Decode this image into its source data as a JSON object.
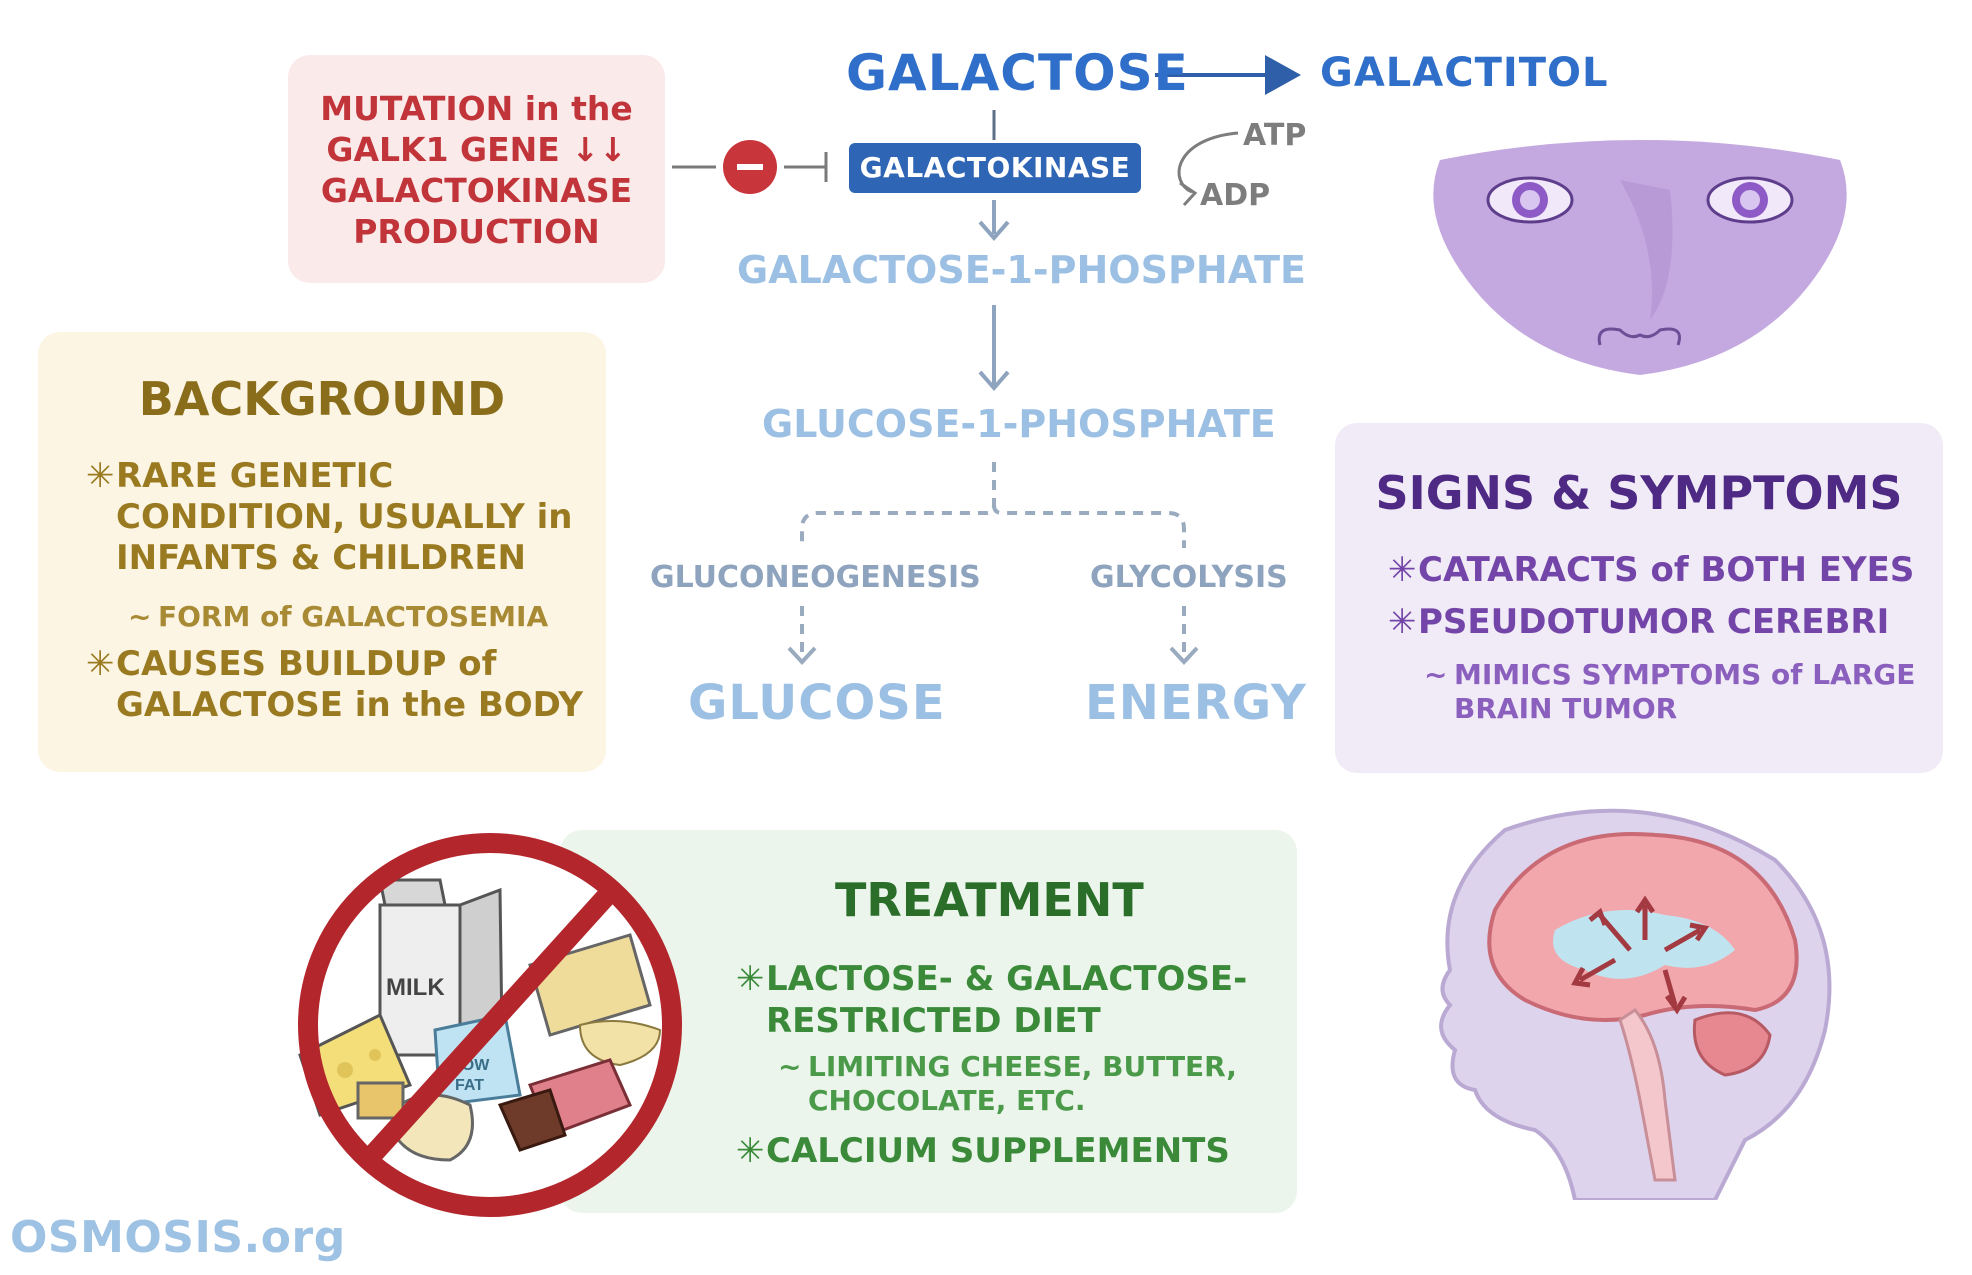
{
  "mutation": {
    "lines": [
      "MUTATION in the",
      "GALK1 GENE ↓↓",
      "GALACTOKINASE",
      "PRODUCTION"
    ]
  },
  "pathway": {
    "galactose": "GALACTOSE",
    "galactitol": "GALACTITOL",
    "enzyme": "GALACTOKINASE",
    "atp": "ATP",
    "adp": "ADP",
    "inhibit_symbol": "−",
    "g1p": "GALACTOSE-1-PHOSPHATE",
    "glc1p": "GLUCOSE-1-PHOSPHATE",
    "gluconeogenesis": "GLUCONEOGENESIS",
    "glycolysis": "GLYCOLYSIS",
    "glucose": "GLUCOSE",
    "energy": "ENERGY"
  },
  "background": {
    "title": "BACKGROUND",
    "bullet1_lines": [
      "RARE GENETIC",
      "CONDITION, USUALLY in",
      "INFANTS & CHILDREN"
    ],
    "sub1": "FORM of GALACTOSEMIA",
    "bullet2_lines": [
      "CAUSES BUILDUP of",
      "GALACTOSE in the BODY"
    ]
  },
  "signs": {
    "title": "SIGNS & SYMPTOMS",
    "bullet1": "CATARACTS of BOTH EYES",
    "bullet2": "PSEUDOTUMOR CEREBRI",
    "sub_lines": [
      "MIMICS SYMPTOMS of LARGE",
      "BRAIN TUMOR"
    ]
  },
  "treatment": {
    "title": "TREATMENT",
    "bullet1_lines": [
      "LACTOSE- & GALACTOSE-",
      "RESTRICTED DIET"
    ],
    "sub_lines": [
      "LIMITING CHEESE, BUTTER,",
      "CHOCOLATE, ETC."
    ],
    "bullet2": "CALCIUM SUPPLEMENTS"
  },
  "food": {
    "milk_label": "MILK",
    "lowfat_lines": [
      "LOW",
      "FAT"
    ]
  },
  "glyphs": {
    "star": "✳",
    "tilde": "~"
  },
  "logo": {
    "brand": "OSMOSIS",
    "suffix": ".org"
  },
  "colors": {
    "mutation": "#c0343a",
    "enzyme_bg": "#2e65b4",
    "pathway_dark": "#2f6fc9",
    "pathway_light": "#9cc0e4",
    "background": "#8a6d1b",
    "signs": "#4e2a84",
    "treatment": "#2a6e2a"
  }
}
